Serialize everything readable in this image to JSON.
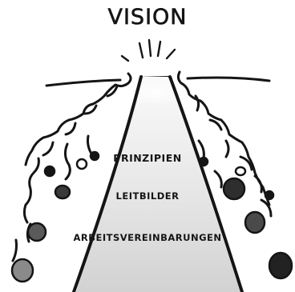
{
  "title": "VISION",
  "path_labels": [
    "PRINZIPIEN",
    "LEITBILDER",
    "ARBEITSVEREINBARUNGEN"
  ],
  "colors": {
    "ink": "#151515",
    "path_light": "#f2f2f2",
    "path_shade": "#cfcfcf",
    "background": "#ffffff"
  }
}
